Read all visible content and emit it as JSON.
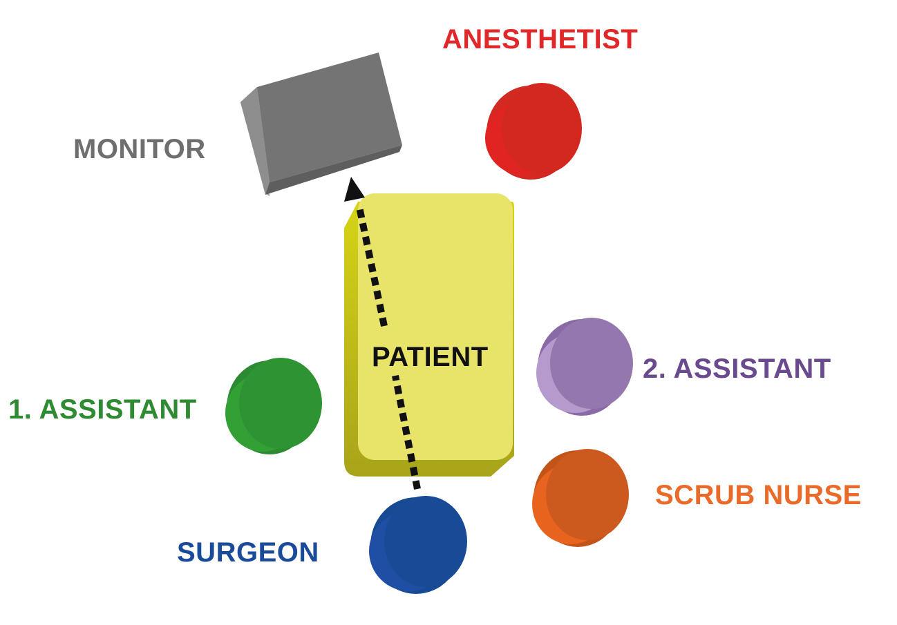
{
  "labels": {
    "anesthetist": "ANESTHETIST",
    "monitor": "MONITOR",
    "patient": "PATIENT",
    "assistant_1": "1. ASSISTANT",
    "assistant_2": "2. ASSISTANT",
    "scrub_nurse": "SCRUB NURSE",
    "surgeon": "SURGEON"
  },
  "colors": {
    "anesthetist": "#e0282a",
    "monitor": "#6e6e6e",
    "patient": "#111111",
    "assistant_1": "#2e8b32",
    "assistant_2": "#6a4a8e",
    "scrub_nurse": "#ea6a2a",
    "surgeon": "#1a4a9a",
    "table": "#e8e46a"
  },
  "icons": {
    "person": "cylinder-icon",
    "monitor": "box-icon",
    "sightline": "dotted-arrow-icon"
  }
}
